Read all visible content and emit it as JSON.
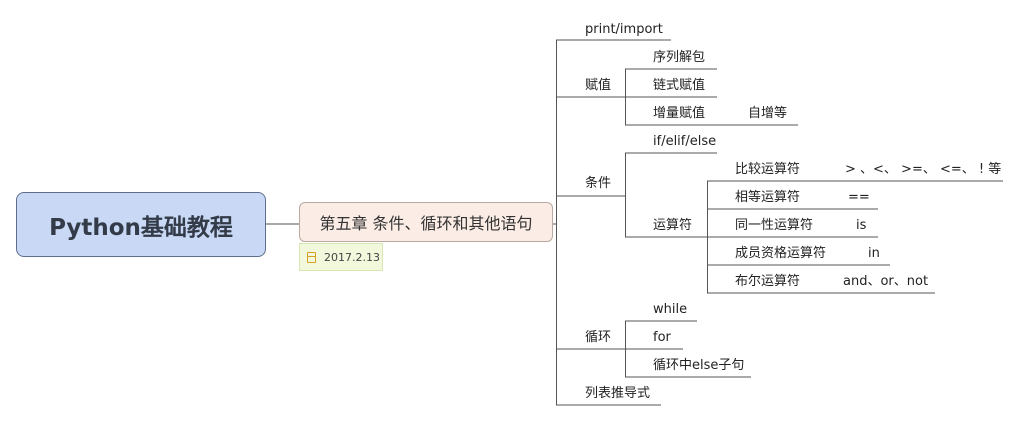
{
  "root": {
    "label": "Python基础教程"
  },
  "chapter": {
    "label": "第五章 条件、循环和其他语句",
    "date": "2017.2.13"
  },
  "branches": {
    "print": "print/import",
    "assign": {
      "label": "赋值",
      "children": [
        "序列解包",
        "链式赋值",
        "增量赋值"
      ],
      "incremental_note": "自增等"
    },
    "condition": {
      "label": "条件",
      "ifelse": "if/elif/else",
      "operators": {
        "label": "运算符",
        "items": [
          {
            "label": "比较运算符",
            "value": "> 、<、 >=、 <=、 ! 等"
          },
          {
            "label": "相等运算符",
            "value": "=="
          },
          {
            "label": "同一性运算符",
            "value": "is"
          },
          {
            "label": "成员资格运算符",
            "value": "in"
          },
          {
            "label": "布尔运算符",
            "value": "and、or、not"
          }
        ]
      }
    },
    "loop": {
      "label": "循环",
      "children": [
        "while",
        "for",
        "循环中else子句"
      ]
    },
    "listcomp": "列表推导式"
  },
  "colors": {
    "root_fill": "#c9d9f5",
    "chapter_fill": "#fbede6",
    "date_fill": "#f1f8dc",
    "line": "#555555"
  }
}
